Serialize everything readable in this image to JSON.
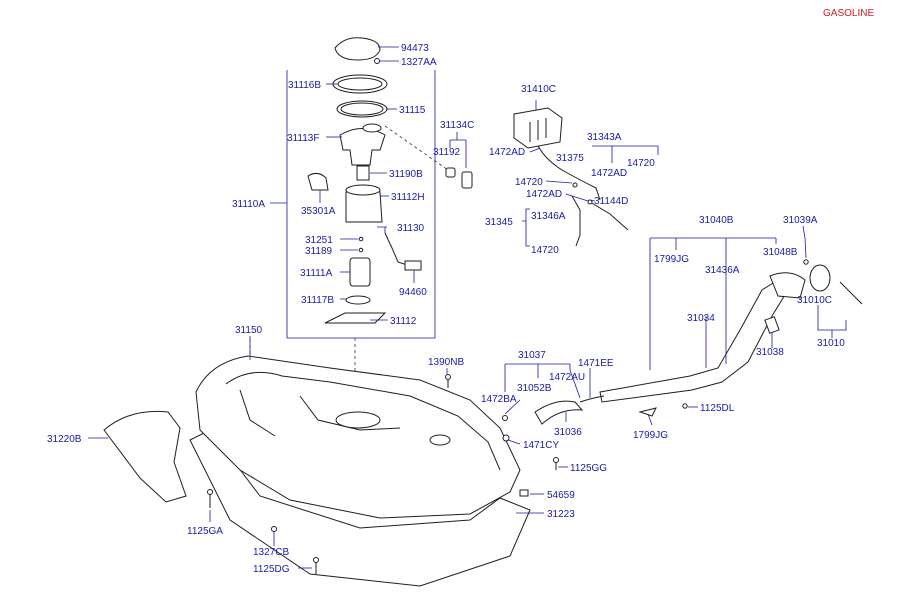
{
  "fuel_type_tag": "GASOLINE",
  "labels": {
    "p94473": "94473",
    "p1327AA": "1327AA",
    "p31116B": "31116B",
    "p31115": "31115",
    "p31113F": "31113F",
    "p31134C": "31134C",
    "p31192": "31192",
    "p31190B": "31190B",
    "p31112H": "31112H",
    "p35301A": "35301A",
    "p31110A": "31110A",
    "p31130": "31130",
    "p31251": "31251",
    "p31189": "31189",
    "p31111A": "31111A",
    "p94460": "94460",
    "p31117B": "31117B",
    "p31112": "31112",
    "p31410C": "31410C",
    "p1472AD_a": "1472AD",
    "p31375": "31375",
    "p31343A": "31343A",
    "p1472AD_b": "1472AD",
    "p14720_a": "14720",
    "p14720_b": "14720",
    "p1472AD_c": "1472AD",
    "p31144D": "31144D",
    "p31345": "31345",
    "p31346A": "31346A",
    "p14720_c": "14720",
    "p31040B": "31040B",
    "p31039A": "31039A",
    "p1799JG_a": "1799JG",
    "p31436A": "31436A",
    "p31048B": "31048B",
    "p31034": "31034",
    "p31010C": "31010C",
    "p31038": "31038",
    "p31010": "31010",
    "p31150": "31150",
    "p1390NB": "1390NB",
    "p31037": "31037",
    "p1471EE": "1471EE",
    "p1472AU": "1472AU",
    "p31052B": "31052B",
    "p1472BA": "1472BA",
    "p1125DL": "1125DL",
    "p31036": "31036",
    "p1799JG_b": "1799JG",
    "p1471CY": "1471CY",
    "p31220B": "31220B",
    "p1125GG": "1125GG",
    "p54659": "54659",
    "p31223": "31223",
    "p1125GA": "1125GA",
    "p1327CB": "1327CB",
    "p1125DG": "1125DG"
  },
  "colors": {
    "label": "#1a1aa6",
    "tag": "#d0202a",
    "part": "#1f1f1f"
  }
}
